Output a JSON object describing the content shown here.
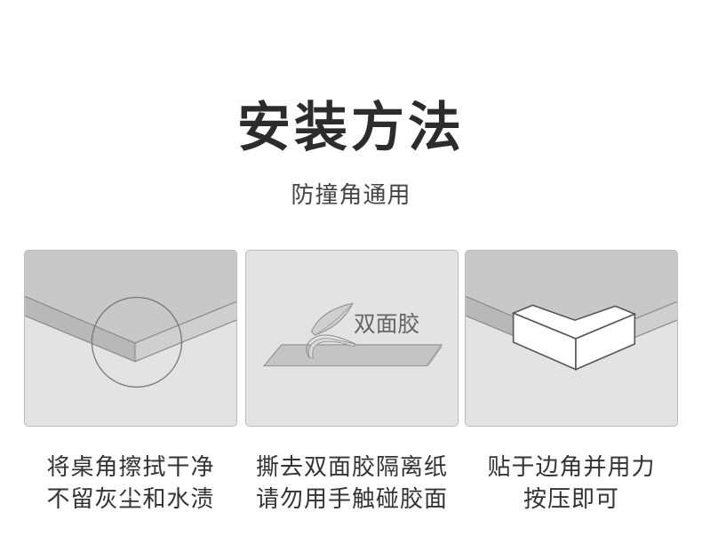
{
  "header": {
    "title": "安装方法",
    "subtitle": "防撞角通用"
  },
  "steps": [
    {
      "illustration": "table-corner-with-circle",
      "lines": [
        "将桌角擦拭干净",
        "不留灰尘和水渍"
      ]
    },
    {
      "illustration": "double-sided-tape-peel",
      "label": "双面胶",
      "lines": [
        "撕去双面胶隔离纸",
        "请勿用手触碰胶面"
      ]
    },
    {
      "illustration": "corner-protector-on-table",
      "lines": [
        "贴于边角并用力",
        "按压即可"
      ]
    }
  ],
  "colors": {
    "panel_bg": "#e3e3e3",
    "table_top": "#c8c8c8",
    "table_edge": "#b4b4b4",
    "outline": "#888888",
    "protector": "#ffffff"
  }
}
